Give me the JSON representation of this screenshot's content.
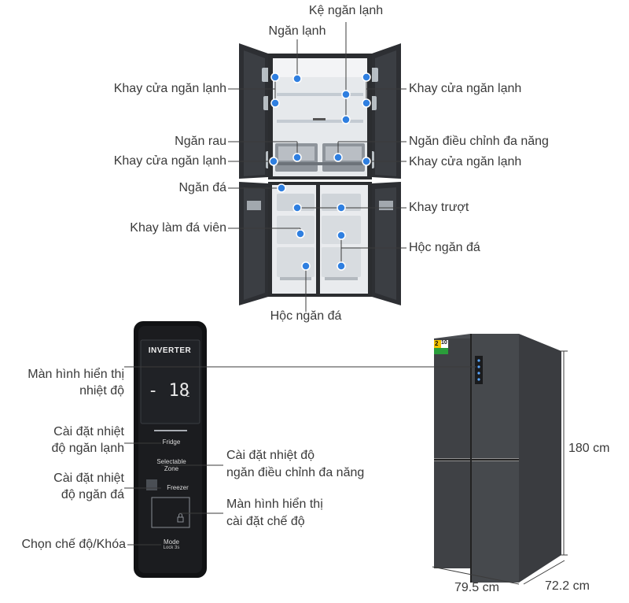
{
  "top_labels": {
    "ke_ngan_lanh": "Kệ ngăn lạnh",
    "ngan_lanh": "Ngăn lạnh",
    "khay_cua_left_1": "Khay cửa ngăn lạnh",
    "khay_cua_right_1": "Khay cửa ngăn lạnh",
    "ngan_rau": "Ngăn rau",
    "ngan_dieu_chinh": "Ngăn điều chỉnh đa năng",
    "khay_cua_left_2": "Khay cửa ngăn lạnh",
    "khay_cua_right_2": "Khay cửa ngăn lạnh",
    "ngan_da": "Ngăn đá",
    "khay_truot": "Khay trượt",
    "khay_lam_da": "Khay làm đá viên",
    "hoc_ngan_da_right": "Hộc ngăn đá",
    "hoc_ngan_da_bottom": "Hộc ngăn đá"
  },
  "panel": {
    "brand": "INVERTER",
    "temp": "- 18",
    "temp_unit": "c",
    "fridge": "Fridge",
    "selectable": "Selectable",
    "zone": "Zone",
    "freezer": "Freezer",
    "mode": "Mode",
    "lock": "Lock 3s"
  },
  "panel_labels": {
    "display_1": "Màn hình hiển thị",
    "display_2": "nhiệt độ",
    "fridge_set_1": "Cài đặt nhiệt",
    "fridge_set_2": "độ ngăn lạnh",
    "zone_set_1": "Cài đặt nhiệt độ",
    "zone_set_2": "ngăn điều chỉnh đa năng",
    "freezer_set_1": "Cài đặt nhiệt",
    "freezer_set_2": "độ ngăn đá",
    "mode_display_1": "Màn hình hiển thị",
    "mode_display_2": "cài đặt chế độ",
    "mode_lock": "Chọn chế độ/Khóa"
  },
  "dimensions": {
    "height": "180 cm",
    "width": "79.5 cm",
    "depth": "72.2 cm"
  },
  "energy_label": {
    "left": "2",
    "right": "10"
  },
  "colors": {
    "dot": "#2f7fe0",
    "line": "#3b3b3b",
    "fridge_body": "#2b2d30",
    "interior": "#e9ebee"
  }
}
